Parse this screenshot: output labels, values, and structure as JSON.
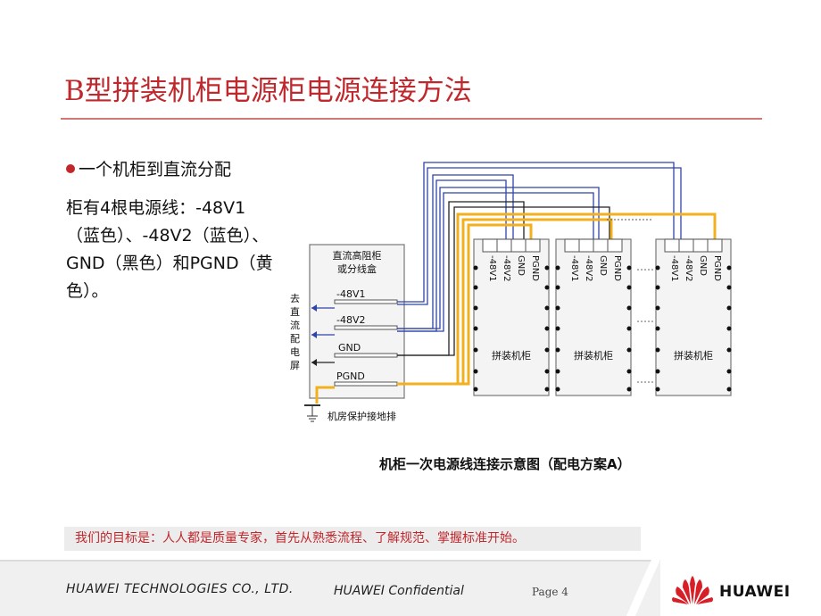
{
  "slide": {
    "title": "B型拼装机柜电源柜电源连接方法",
    "bullet": "一个机柜到直流分配",
    "paragraph": "柜有4根电源线：-48V1（蓝色）、-48V2（蓝色）、GND（黑色）和PGND（黄色）。"
  },
  "diagram": {
    "dist_box_line1": "直流高阻柜",
    "dist_box_line2": "或分线盒",
    "ports": [
      "-48V1",
      "-48V2",
      "GND",
      "PGND"
    ],
    "side_label_chars": [
      "去",
      "直",
      "流",
      "配",
      "电",
      "屏"
    ],
    "ground_label": "机房保护接地排",
    "cabinet_terminals": [
      "-48V1",
      "-48V2",
      "GND",
      "PGND"
    ],
    "cabinet_label": "拼装机柜",
    "wire_colors": {
      "blue": "#2f43a8",
      "black": "#222222",
      "yellow": "#f2b01e"
    }
  },
  "caption": "机柜一次电源线连接示意图（配电方案A）",
  "goal": "我们的目标是：人人都是质量专家，首先从熟悉流程、了解规范、掌握标准开始。",
  "footer": {
    "company": "HUAWEI TECHNOLOGIES CO., LTD.",
    "confidential": "HUAWEI Confidential",
    "page": "Page 4",
    "logo": "HUAWEI",
    "logo_color": "#d81e26"
  }
}
